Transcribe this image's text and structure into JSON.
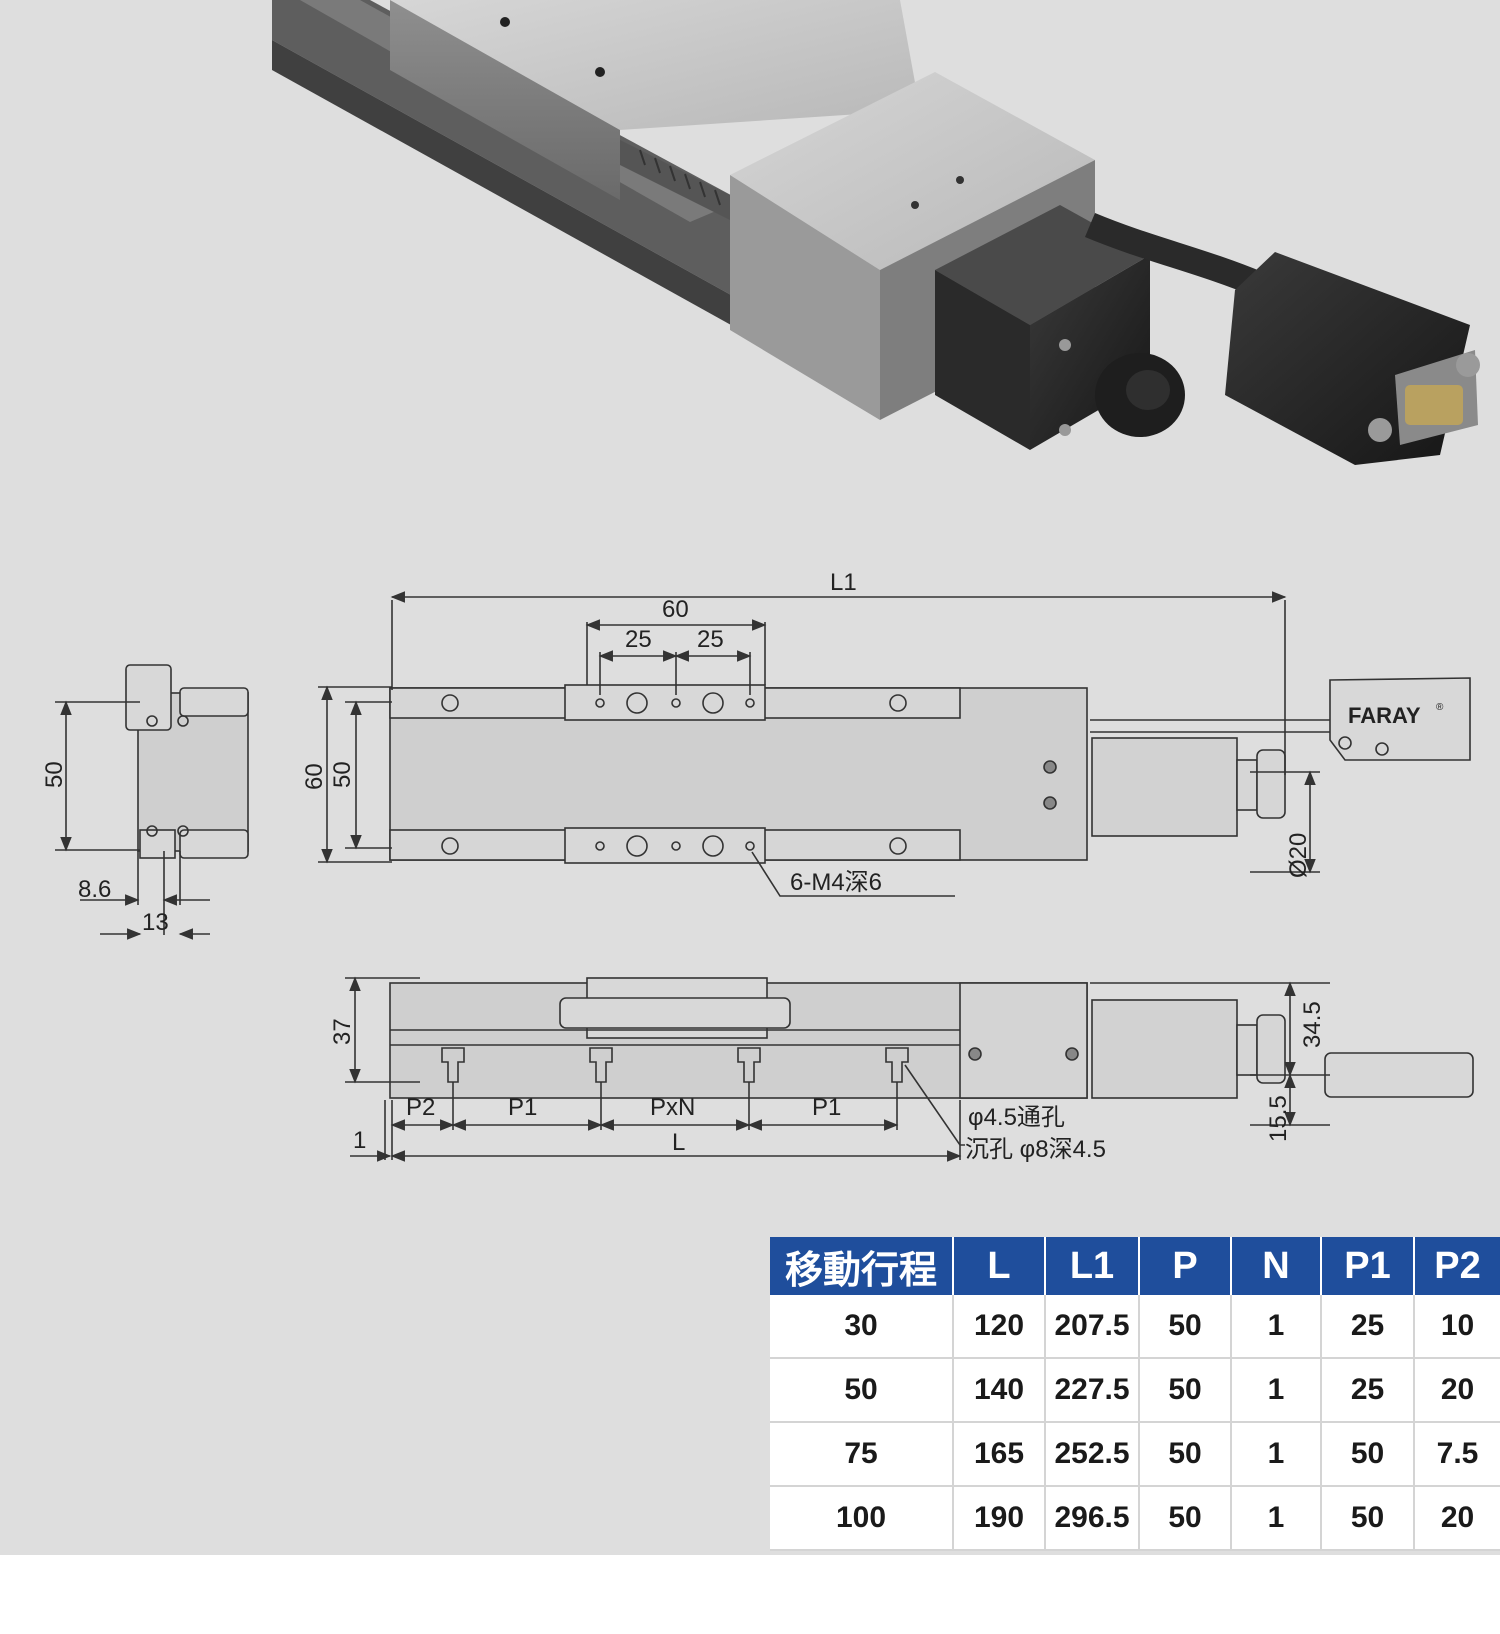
{
  "product": {
    "brand_label": "FARAY",
    "registered_mark": "®"
  },
  "drawing": {
    "dim_L1": "L1",
    "dim_60_top": "60",
    "dim_25_left": "25",
    "dim_25_right": "25",
    "dim_60_height": "60",
    "dim_50_height": "50",
    "dim_50_end_view": "50",
    "dim_8_6": "8.6",
    "dim_13": "13",
    "dim_phi20": "Ø20",
    "hole_note_m4": "6-M4深6",
    "dim_37": "37",
    "dim_34_5": "34.5",
    "dim_15_5": "15.5",
    "dim_P2": "P2",
    "dim_P1_left": "P1",
    "dim_PxN": "PxN",
    "dim_P1_right": "P1",
    "dim_1": "1",
    "dim_L": "L",
    "hole_note_through": "φ4.5通孔",
    "hole_note_counterbore": "沉孔 φ8深4.5"
  },
  "table": {
    "headers": [
      "移動行程",
      "L",
      "L1",
      "P",
      "N",
      "P1",
      "P2"
    ],
    "rows": [
      [
        "30",
        "120",
        "207.5",
        "50",
        "1",
        "25",
        "10"
      ],
      [
        "50",
        "140",
        "227.5",
        "50",
        "1",
        "25",
        "20"
      ],
      [
        "75",
        "165",
        "252.5",
        "50",
        "1",
        "50",
        "7.5"
      ],
      [
        "100",
        "190",
        "296.5",
        "50",
        "1",
        "50",
        "20"
      ]
    ],
    "colors": {
      "header_bg": "#1f4e9c",
      "header_text": "#ffffff",
      "cell_bg": "#ffffff"
    }
  },
  "colors": {
    "background": "#dedede",
    "line": "#333333"
  }
}
